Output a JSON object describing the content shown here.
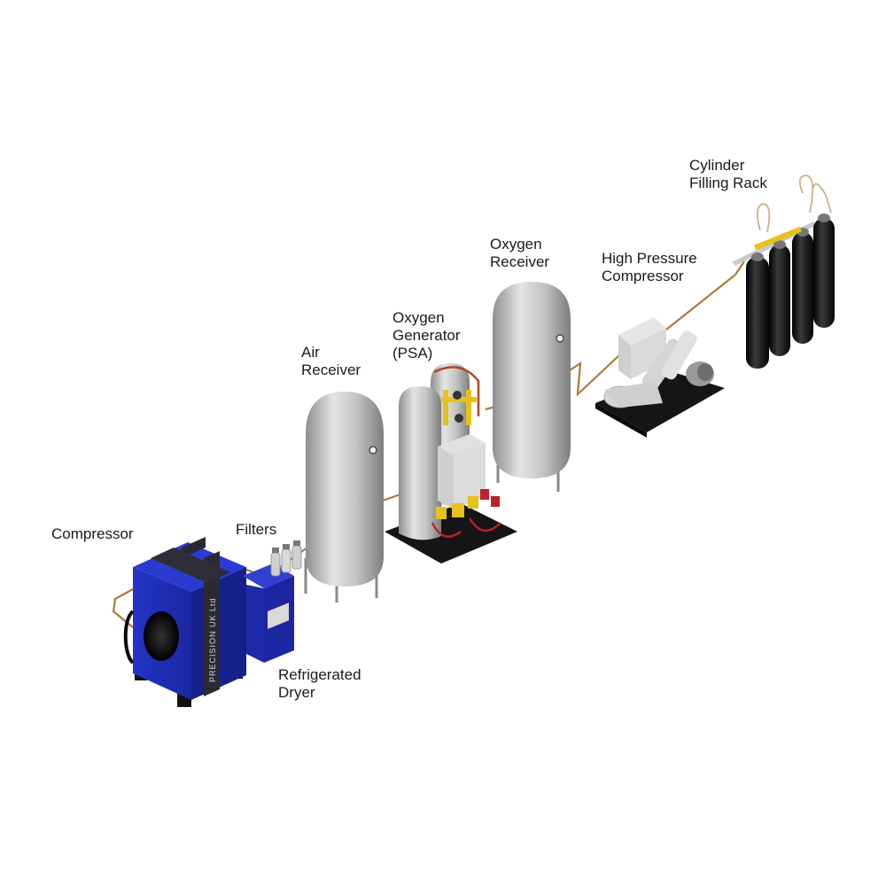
{
  "labels": {
    "compressor": "Compressor",
    "filters": "Filters",
    "refrigerated_dryer": [
      "Refrigerated",
      "Dryer"
    ],
    "air_receiver": [
      "Air",
      "Receiver"
    ],
    "oxygen_generator": [
      "Oxygen",
      "Generator",
      "(PSA)"
    ],
    "oxygen_receiver": [
      "Oxygen",
      "Receiver"
    ],
    "high_pressure_compressor": [
      "High Pressure",
      "Compressor"
    ],
    "cylinder_filling_rack": [
      "Cylinder",
      "Filling Rack"
    ]
  },
  "brand_text": "PRECISION UK Ltd",
  "colors": {
    "compressor_blue": "#1f2fb8",
    "dark_panel": "#2a2a33",
    "tank_silver": "#c9c9c9",
    "pipe_copper": "#b07a3a",
    "cylinder_black": "#111111",
    "skid_black": "#151515",
    "valve_yellow": "#e6c21a",
    "valve_red": "#c0202a"
  }
}
